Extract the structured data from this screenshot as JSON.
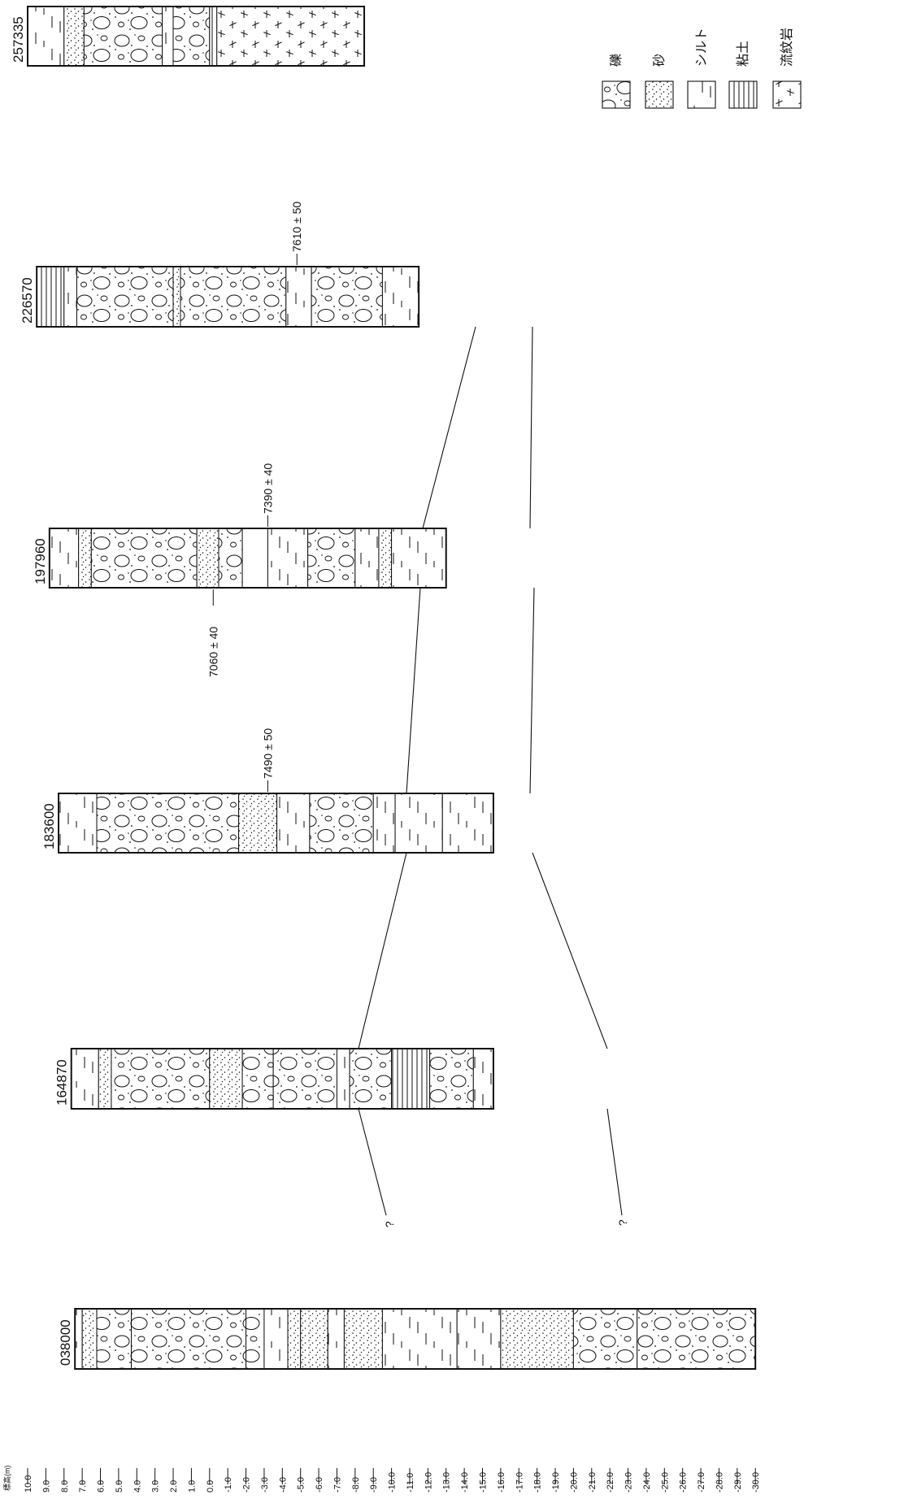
{
  "scale": {
    "unit_label": "標高(m)",
    "ticks": [
      "10.0",
      "9.0",
      "8.0",
      "7.0",
      "6.0",
      "5.0",
      "4.0",
      "3.0",
      "2.0",
      "1.0",
      "0.0",
      "-1.0",
      "-2.0",
      "-3.0",
      "-4.0",
      "-5.0",
      "-6.0",
      "-7.0",
      "-8.0",
      "-9.0",
      "-10.0",
      "-11.0",
      "-12.0",
      "-13.0",
      "-14.0",
      "-15.0",
      "-16.0",
      "-17.0",
      "-18.0",
      "-19.0",
      "-20.0",
      "-21.0",
      "-22.0",
      "-23.0",
      "-24.0",
      "-25.0",
      "-26.0",
      "-27.0",
      "-28.0",
      "-29.0",
      "-30.0"
    ]
  },
  "legend": [
    {
      "label": "礫",
      "pattern": "gravel"
    },
    {
      "label": "砂",
      "pattern": "sand"
    },
    {
      "label": "シルト",
      "pattern": "silt"
    },
    {
      "label": "粘土",
      "pattern": "clay"
    },
    {
      "label": "流紋岩",
      "pattern": "rhyolite"
    }
  ],
  "boreholes": [
    {
      "id": "257335",
      "top_elev": 10.0,
      "bottom_elev": -8.5,
      "layers": [
        {
          "top": 10.0,
          "bottom": 8.0,
          "pattern": "silt"
        },
        {
          "top": 8.0,
          "bottom": 6.9,
          "pattern": "sand"
        },
        {
          "top": 6.9,
          "bottom": 2.6,
          "pattern": "gravel"
        },
        {
          "top": 2.6,
          "bottom": 2.0,
          "pattern": "silt"
        },
        {
          "top": 2.0,
          "bottom": 0.0,
          "pattern": "gravel"
        },
        {
          "top": 0.0,
          "bottom": -0.4,
          "pattern": "clay"
        },
        {
          "top": -0.4,
          "bottom": -8.5,
          "pattern": "rhyolite"
        }
      ]
    },
    {
      "id": "226570",
      "top_elev": 9.5,
      "bottom_elev": -11.5,
      "dates": [
        {
          "label": "7610 ± 50",
          "elev": -4.8
        }
      ],
      "layers": [
        {
          "top": 9.5,
          "bottom": 8.0,
          "pattern": "clay"
        },
        {
          "top": 8.0,
          "bottom": 7.3,
          "pattern": "silt"
        },
        {
          "top": 7.3,
          "bottom": 2.0,
          "pattern": "gravel"
        },
        {
          "top": 2.0,
          "bottom": 1.6,
          "pattern": "sand"
        },
        {
          "top": 1.6,
          "bottom": -4.2,
          "pattern": "gravel"
        },
        {
          "top": -4.2,
          "bottom": -5.6,
          "pattern": "silt"
        },
        {
          "top": -5.6,
          "bottom": -9.5,
          "pattern": "gravel"
        },
        {
          "top": -9.5,
          "bottom": -11.5,
          "pattern": "silt"
        }
      ]
    },
    {
      "id": "197960",
      "top_elev": 8.8,
      "bottom_elev": -13.0,
      "dates": [
        {
          "label": "7390 ± 40",
          "elev": -3.2
        },
        {
          "label": "7060 ± 40",
          "elev": -0.2
        }
      ],
      "layers": [
        {
          "top": 8.8,
          "bottom": 7.2,
          "pattern": "silt"
        },
        {
          "top": 7.2,
          "bottom": 6.5,
          "pattern": "sand"
        },
        {
          "top": 6.5,
          "bottom": 0.7,
          "pattern": "gravel"
        },
        {
          "top": 0.7,
          "bottom": -0.5,
          "pattern": "sand"
        },
        {
          "top": -0.5,
          "bottom": -1.8,
          "pattern": "gravel"
        },
        {
          "top": -1.8,
          "bottom": -3.2,
          "pattern": "blank"
        },
        {
          "top": -3.2,
          "bottom": -5.4,
          "pattern": "silt"
        },
        {
          "top": -5.4,
          "bottom": -8.0,
          "pattern": "gravel"
        },
        {
          "top": -8.0,
          "bottom": -9.3,
          "pattern": "silt"
        },
        {
          "top": -9.3,
          "bottom": -10.0,
          "pattern": "sand"
        },
        {
          "top": -10.0,
          "bottom": -13.0,
          "pattern": "silt"
        }
      ]
    },
    {
      "id": "183600",
      "top_elev": 8.3,
      "bottom_elev": -15.6,
      "dates": [
        {
          "label": "7490 ± 50",
          "elev": -3.2
        }
      ],
      "layers": [
        {
          "top": 8.3,
          "bottom": 6.2,
          "pattern": "silt"
        },
        {
          "top": 6.2,
          "bottom": -1.6,
          "pattern": "gravel"
        },
        {
          "top": -1.6,
          "bottom": -3.7,
          "pattern": "sand"
        },
        {
          "top": -3.7,
          "bottom": -5.5,
          "pattern": "silt"
        },
        {
          "top": -5.5,
          "bottom": -9.0,
          "pattern": "gravel"
        },
        {
          "top": -9.0,
          "bottom": -10.2,
          "pattern": "silt"
        },
        {
          "top": -10.2,
          "bottom": -12.8,
          "pattern": "silt"
        },
        {
          "top": -12.8,
          "bottom": -15.6,
          "pattern": "silt"
        }
      ]
    },
    {
      "id": "164870",
      "top_elev": 7.6,
      "bottom_elev": -15.6,
      "layers": [
        {
          "top": 7.6,
          "bottom": 6.1,
          "pattern": "silt"
        },
        {
          "top": 6.1,
          "bottom": 5.4,
          "pattern": "sand"
        },
        {
          "top": 5.4,
          "bottom": 0.0,
          "pattern": "gravel"
        },
        {
          "top": 0.0,
          "bottom": -1.8,
          "pattern": "sand"
        },
        {
          "top": -1.8,
          "bottom": -3.5,
          "pattern": "gravel"
        },
        {
          "top": -3.5,
          "bottom": -7.0,
          "pattern": "gravel"
        },
        {
          "top": -7.0,
          "bottom": -7.7,
          "pattern": "silt"
        },
        {
          "top": -7.7,
          "bottom": -10.0,
          "pattern": "gravel"
        },
        {
          "top": -10.0,
          "bottom": -12.1,
          "pattern": "clay"
        },
        {
          "top": -12.1,
          "bottom": -14.5,
          "pattern": "gravel"
        },
        {
          "top": -14.5,
          "bottom": -15.6,
          "pattern": "silt"
        }
      ]
    },
    {
      "id": "038000",
      "top_elev": 7.4,
      "bottom_elev": -30.0,
      "layers": [
        {
          "top": 7.4,
          "bottom": 7.0,
          "pattern": "silt"
        },
        {
          "top": 7.0,
          "bottom": 6.2,
          "pattern": "sand"
        },
        {
          "top": 6.2,
          "bottom": 4.3,
          "pattern": "gravel"
        },
        {
          "top": 4.3,
          "bottom": -2.0,
          "pattern": "gravel"
        },
        {
          "top": -2.0,
          "bottom": -3.0,
          "pattern": "gravel"
        },
        {
          "top": -3.0,
          "bottom": -4.3,
          "pattern": "silt"
        },
        {
          "top": -4.3,
          "bottom": -5.0,
          "pattern": "sand"
        },
        {
          "top": -5.0,
          "bottom": -6.5,
          "pattern": "sand"
        },
        {
          "top": -6.5,
          "bottom": -7.4,
          "pattern": "silt"
        },
        {
          "top": -7.4,
          "bottom": -9.5,
          "pattern": "sand"
        },
        {
          "top": -9.5,
          "bottom": -13.6,
          "pattern": "silt"
        },
        {
          "top": -13.6,
          "bottom": -16.0,
          "pattern": "silt"
        },
        {
          "top": -16.0,
          "bottom": -20.0,
          "pattern": "sand"
        },
        {
          "top": -20.0,
          "bottom": -23.5,
          "pattern": "gravel"
        },
        {
          "top": -23.5,
          "bottom": -30.0,
          "pattern": "gravel"
        }
      ]
    }
  ],
  "correlation_marks": [
    "?",
    "?"
  ]
}
